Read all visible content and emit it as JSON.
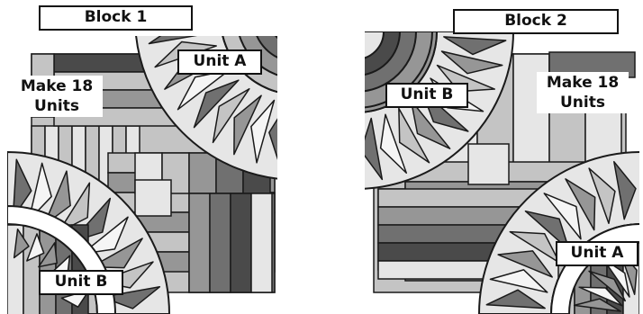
{
  "block1": {
    "title": "Block 1",
    "note_line1": "Make 18",
    "note_line2": "Units",
    "unit_a": "Unit A",
    "unit_b": "Unit B"
  },
  "block2": {
    "title": "Block 2",
    "note_line1": "Make 18",
    "note_line2": "Units",
    "unit_a": "Unit A",
    "unit_b": "Unit B"
  },
  "colors": {
    "outline": "#1a1a1a",
    "dark": "#4a4a4a",
    "medium_dark": "#707070",
    "medium": "#969696",
    "light": "#c4c4c4",
    "lightest": "#e6e6e6",
    "triangle_white": "#f5f5f5"
  }
}
